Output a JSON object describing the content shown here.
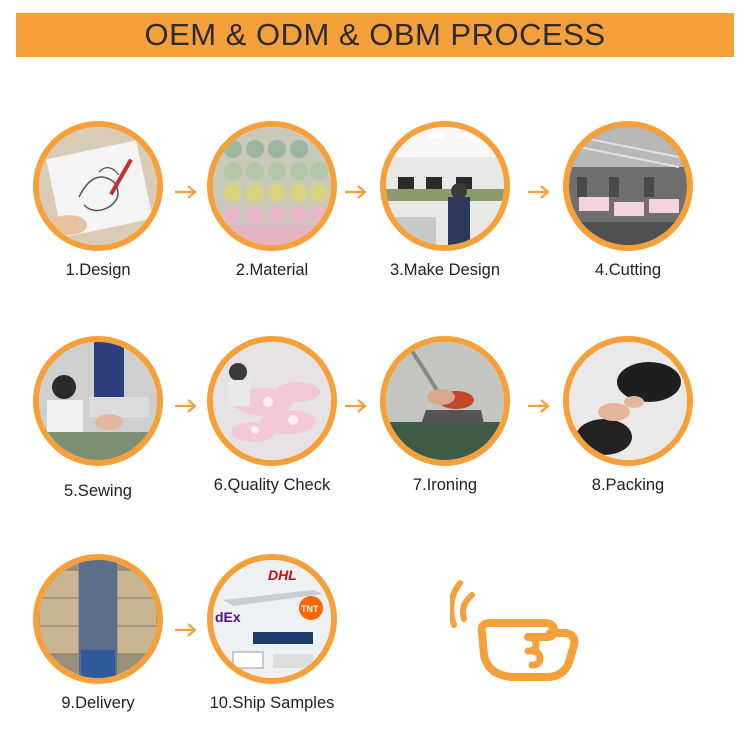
{
  "title": "OEM & ODM & OBM PROCESS",
  "steps": [
    {
      "label": "1.Design"
    },
    {
      "label": "2.Material"
    },
    {
      "label": "3.Make Design"
    },
    {
      "label": "4.Cutting"
    },
    {
      "label": "5.Sewing"
    },
    {
      "label": "6.Quality Check"
    },
    {
      "label": "7.Ironing"
    },
    {
      "label": "8.Packing"
    },
    {
      "label": "9.Delivery"
    },
    {
      "label": "10.Ship Samples"
    }
  ],
  "ship_logos": [
    "DHL",
    "TNT",
    "dEx"
  ],
  "colors": {
    "accent": "#f5a03a",
    "text": "#222222",
    "title_text": "#2c2c2c"
  },
  "icons": {
    "arrow": "arrow-right-icon",
    "hand": "pointing-hand-icon"
  }
}
